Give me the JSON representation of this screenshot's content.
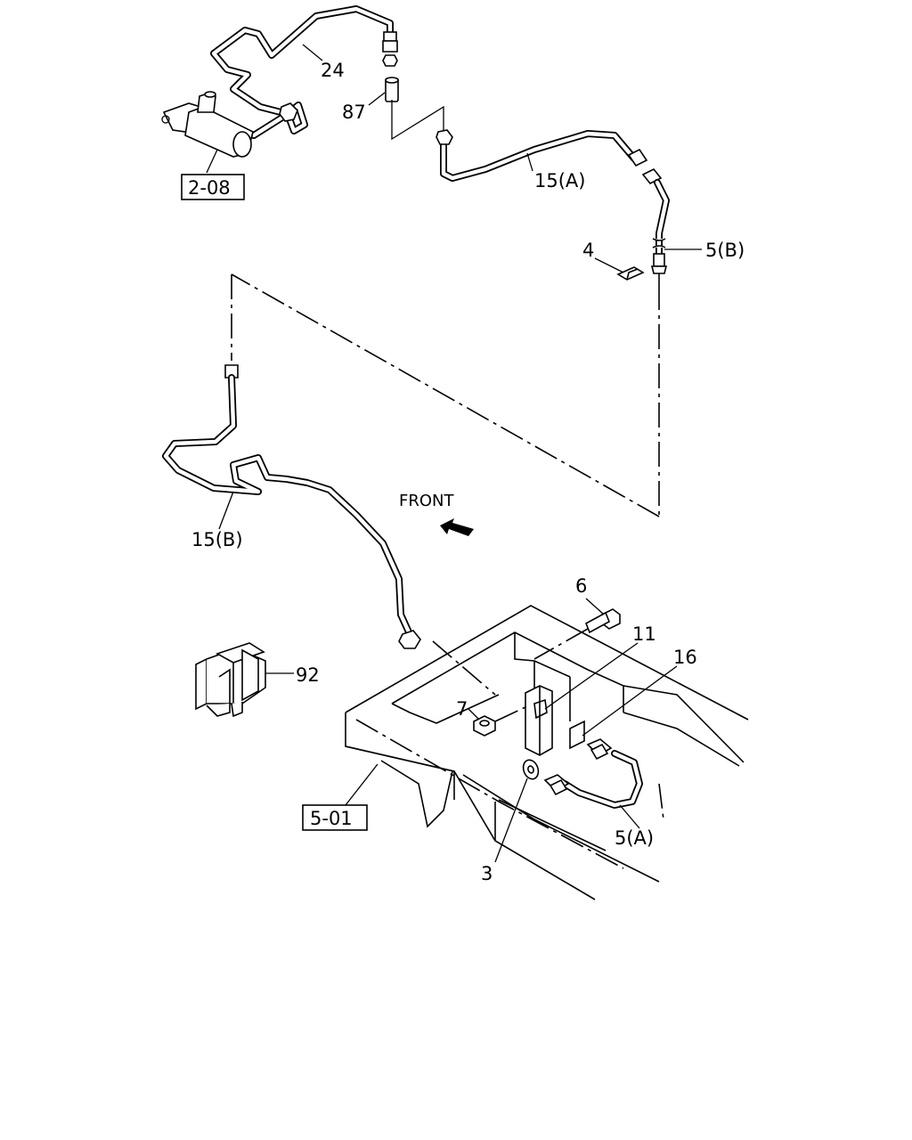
{
  "labels": {
    "l24": "24",
    "l87": "87",
    "l15a": "15(A)",
    "l4": "4",
    "l5b": "5(B)",
    "front": "FRONT",
    "l15b": "15(B)",
    "l6": "6",
    "l11": "11",
    "l16": "16",
    "l92": "92",
    "l7": "7",
    "l3": "3",
    "l5a": "5(A)"
  },
  "refs": {
    "r208": "2-08",
    "r501": "5-01"
  },
  "icons": {
    "front_arrow": "front-arrow-icon"
  }
}
